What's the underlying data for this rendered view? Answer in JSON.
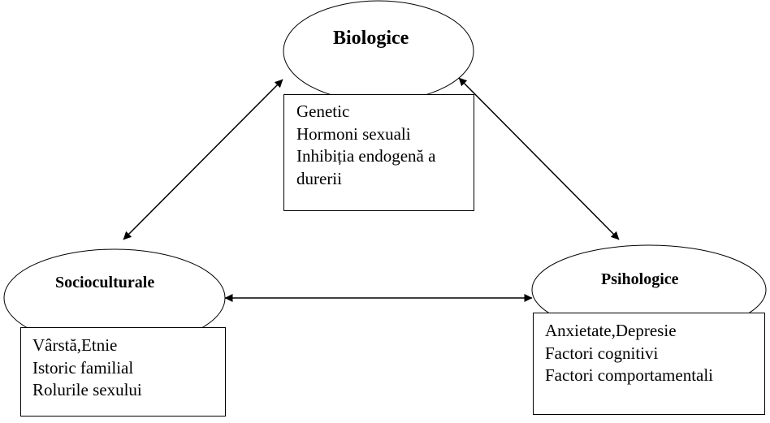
{
  "nodes": {
    "biologice": {
      "title": "Biologice",
      "factors": [
        "Genetic",
        "Hormoni sexuali",
        "Inhibiția endogenă a",
        "durerii"
      ]
    },
    "socioculturale": {
      "title": "Socioculturale",
      "factors": [
        "Vârstă,Etnie",
        "Istoric familial",
        "Rolurile sexului"
      ]
    },
    "psihologice": {
      "title": "Psihologice",
      "factors": [
        "Anxietate,Depresie",
        "Factori cognitivi",
        "Factori comportamentali"
      ]
    }
  },
  "colors": {
    "line": "#000000",
    "background": "#ffffff"
  }
}
